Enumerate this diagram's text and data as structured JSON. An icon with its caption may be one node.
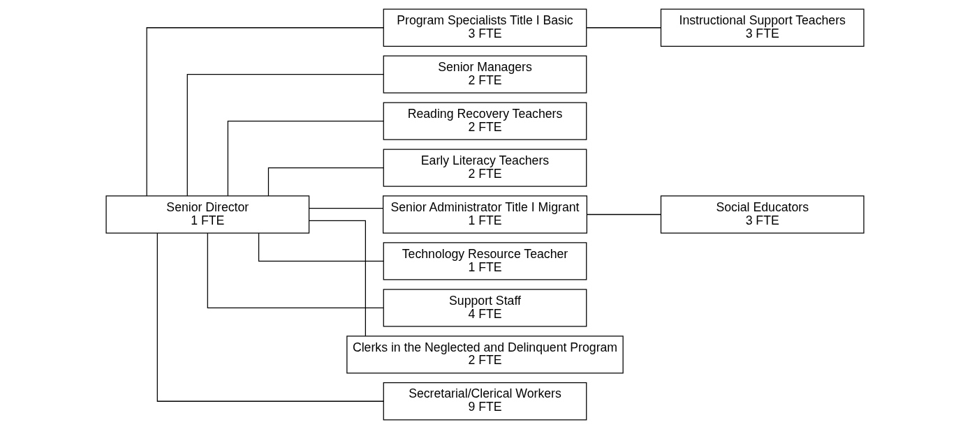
{
  "diagram": {
    "nodes": [
      {
        "text": [
          "Senior Director",
          "1 FTE"
        ]
      },
      {
        "text": [
          "Program Specialists Title I Basic",
          "3 FTE"
        ]
      },
      {
        "text": [
          "Senior Managers",
          "2 FTE"
        ]
      },
      {
        "text": [
          "Instructional Support Teachers",
          "3 FTE"
        ]
      },
      {
        "text": [
          "Reading Recovery Teachers",
          "2 FTE"
        ]
      },
      {
        "text": [
          "Early Literacy Teachers",
          "2 FTE"
        ]
      },
      {
        "text": [
          "Senior Administrator Title I Migrant",
          "1 FTE"
        ]
      },
      {
        "text": [
          "Technology Resource Teacher",
          "1 FTE"
        ]
      },
      {
        "text": [
          "Social Educators",
          "3 FTE"
        ]
      },
      {
        "text": [
          "Support Staff",
          "4 FTE"
        ]
      },
      {
        "text": [
          "Clerks in the Neglected and Delinquent Program",
          "2 FTE"
        ]
      },
      {
        "text": [
          "Secretarial/Clerical Workers",
          "9 FTE"
        ]
      }
    ],
    "edges": [
      {
        "from": 0,
        "to": 1,
        "arrow": "none"
      },
      {
        "from": 0,
        "to": 2,
        "arrow": "none"
      },
      {
        "from": 1,
        "to": 3,
        "arrow": "none"
      },
      {
        "from": 0,
        "to": 4,
        "arrow": "none"
      },
      {
        "from": 0,
        "to": 5,
        "arrow": "none"
      },
      {
        "from": 0,
        "to": 6,
        "arrow": "none"
      },
      {
        "from": 0,
        "to": 7,
        "arrow": "none"
      },
      {
        "from": 6,
        "to": 8,
        "arrow": "none"
      },
      {
        "from": 0,
        "to": 9,
        "arrow": "none"
      },
      {
        "from": 0,
        "to": 10,
        "arrow": "none"
      },
      {
        "from": 0,
        "to": 11,
        "arrow": "none"
      }
    ]
  }
}
